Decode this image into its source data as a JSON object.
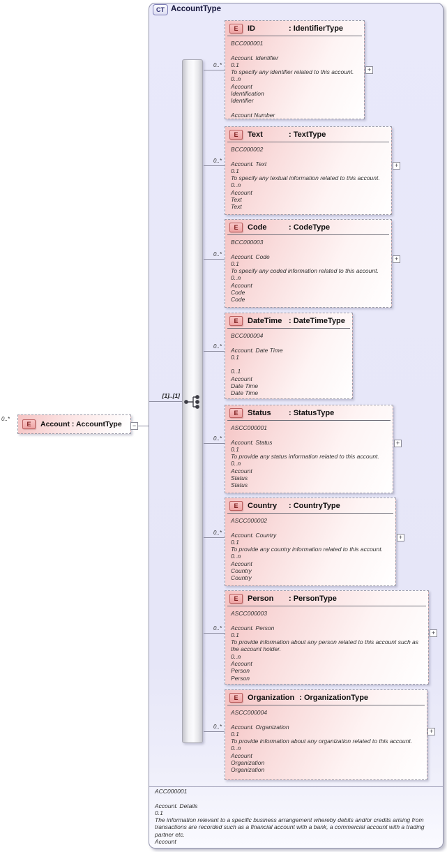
{
  "root": {
    "badge": "CT",
    "title": "AccountType"
  },
  "group": {
    "cardinality": "[1]..[1]"
  },
  "expand_glyph": "+",
  "collapse_glyph": "−",
  "left_element": {
    "cardinality": "0..*",
    "badge": "E",
    "label": "Account : AccountType"
  },
  "elements": [
    {
      "cardinality": "0..*",
      "badge": "E",
      "name": "ID",
      "type_label": ": IdentifierType",
      "id": "BCC000001",
      "den": "Account. Identifier",
      "version": "0.1",
      "description": "To specify any identifier related to this account.",
      "occurrence": "0..n",
      "object_class": "Account",
      "property_term": "Identification",
      "representation_term": "Identifier",
      "business_term": "Account Number"
    },
    {
      "cardinality": "0..*",
      "badge": "E",
      "name": "Text",
      "type_label": ": TextType",
      "id": "BCC000002",
      "den": "Account. Text",
      "version": "0.1",
      "description": "To specify any textual information related to this account.",
      "occurrence": "0..n",
      "object_class": "Account",
      "property_term": "Text",
      "representation_term": "Text"
    },
    {
      "cardinality": "0..*",
      "badge": "E",
      "name": "Code",
      "type_label": ": CodeType",
      "id": "BCC000003",
      "den": "Account. Code",
      "version": "0.1",
      "description": "To specify any coded information related to this account.",
      "occurrence": "0..n",
      "object_class": "Account",
      "property_term": "Code",
      "representation_term": "Code"
    },
    {
      "cardinality": "0..*",
      "badge": "E",
      "name": "DateTime",
      "type_label": ": DateTimeType",
      "id": "BCC000004",
      "den": "Account. Date Time",
      "version": "0.1",
      "description": "",
      "occurrence": "0..1",
      "object_class": "Account",
      "property_term": "Date Time",
      "representation_term": "Date Time"
    },
    {
      "cardinality": "0..*",
      "badge": "E",
      "name": "Status",
      "type_label": ": StatusType",
      "id": "ASCC000001",
      "den": "Account. Status",
      "version": "0.1",
      "description": "To provide any status information related to this account.",
      "occurrence": "0..n",
      "object_class": "Account",
      "property_term": "Status",
      "representation_term": "Status"
    },
    {
      "cardinality": "0..*",
      "badge": "E",
      "name": "Country",
      "type_label": ": CountryType",
      "id": "ASCC000002",
      "den": "Account. Country",
      "version": "0.1",
      "description": "To provide any country information related to this account.",
      "occurrence": "0..n",
      "object_class": "Account",
      "property_term": "Country",
      "representation_term": "Country"
    },
    {
      "cardinality": "0..*",
      "badge": "E",
      "name": "Person",
      "type_label": ": PersonType",
      "id": "ASCC000003",
      "den": "Account. Person",
      "version": "0.1",
      "description": "To provide information about any person related to this account such as the account holder.",
      "occurrence": "0..n",
      "object_class": "Account",
      "property_term": "Person",
      "representation_term": "Person"
    },
    {
      "cardinality": "0..*",
      "badge": "E",
      "name": "Organization",
      "type_label": ": OrganizationType",
      "id": "ASCC000004",
      "den": "Account. Organization",
      "version": "0.1",
      "description": "To provide information about any organization related to this account.",
      "occurrence": "0..n",
      "object_class": "Account",
      "property_term": "Organization",
      "representation_term": "Organization"
    }
  ],
  "footer": {
    "id": "ACC000001",
    "den": "Account. Details",
    "version": "0.1",
    "description": "The information relevant to a specific business arrangement whereby debits and/or credits arising from transactions are recorded such as a financial account with a bank, a commercial account with a trading partner etc.",
    "object_class": "Account"
  }
}
